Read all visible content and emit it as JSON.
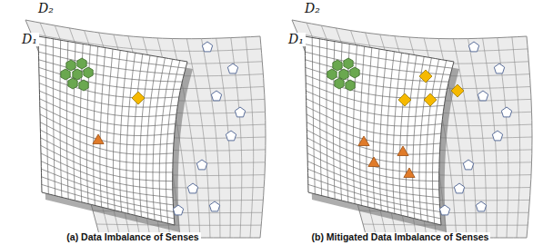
{
  "diagram": {
    "labels": [
      "D₂",
      "D₁",
      "D₂",
      "D₁",
      "(a) Data Imbalance of Senses",
      "(b) Mitigated Data Imbalance of Senses"
    ]
  }
}
